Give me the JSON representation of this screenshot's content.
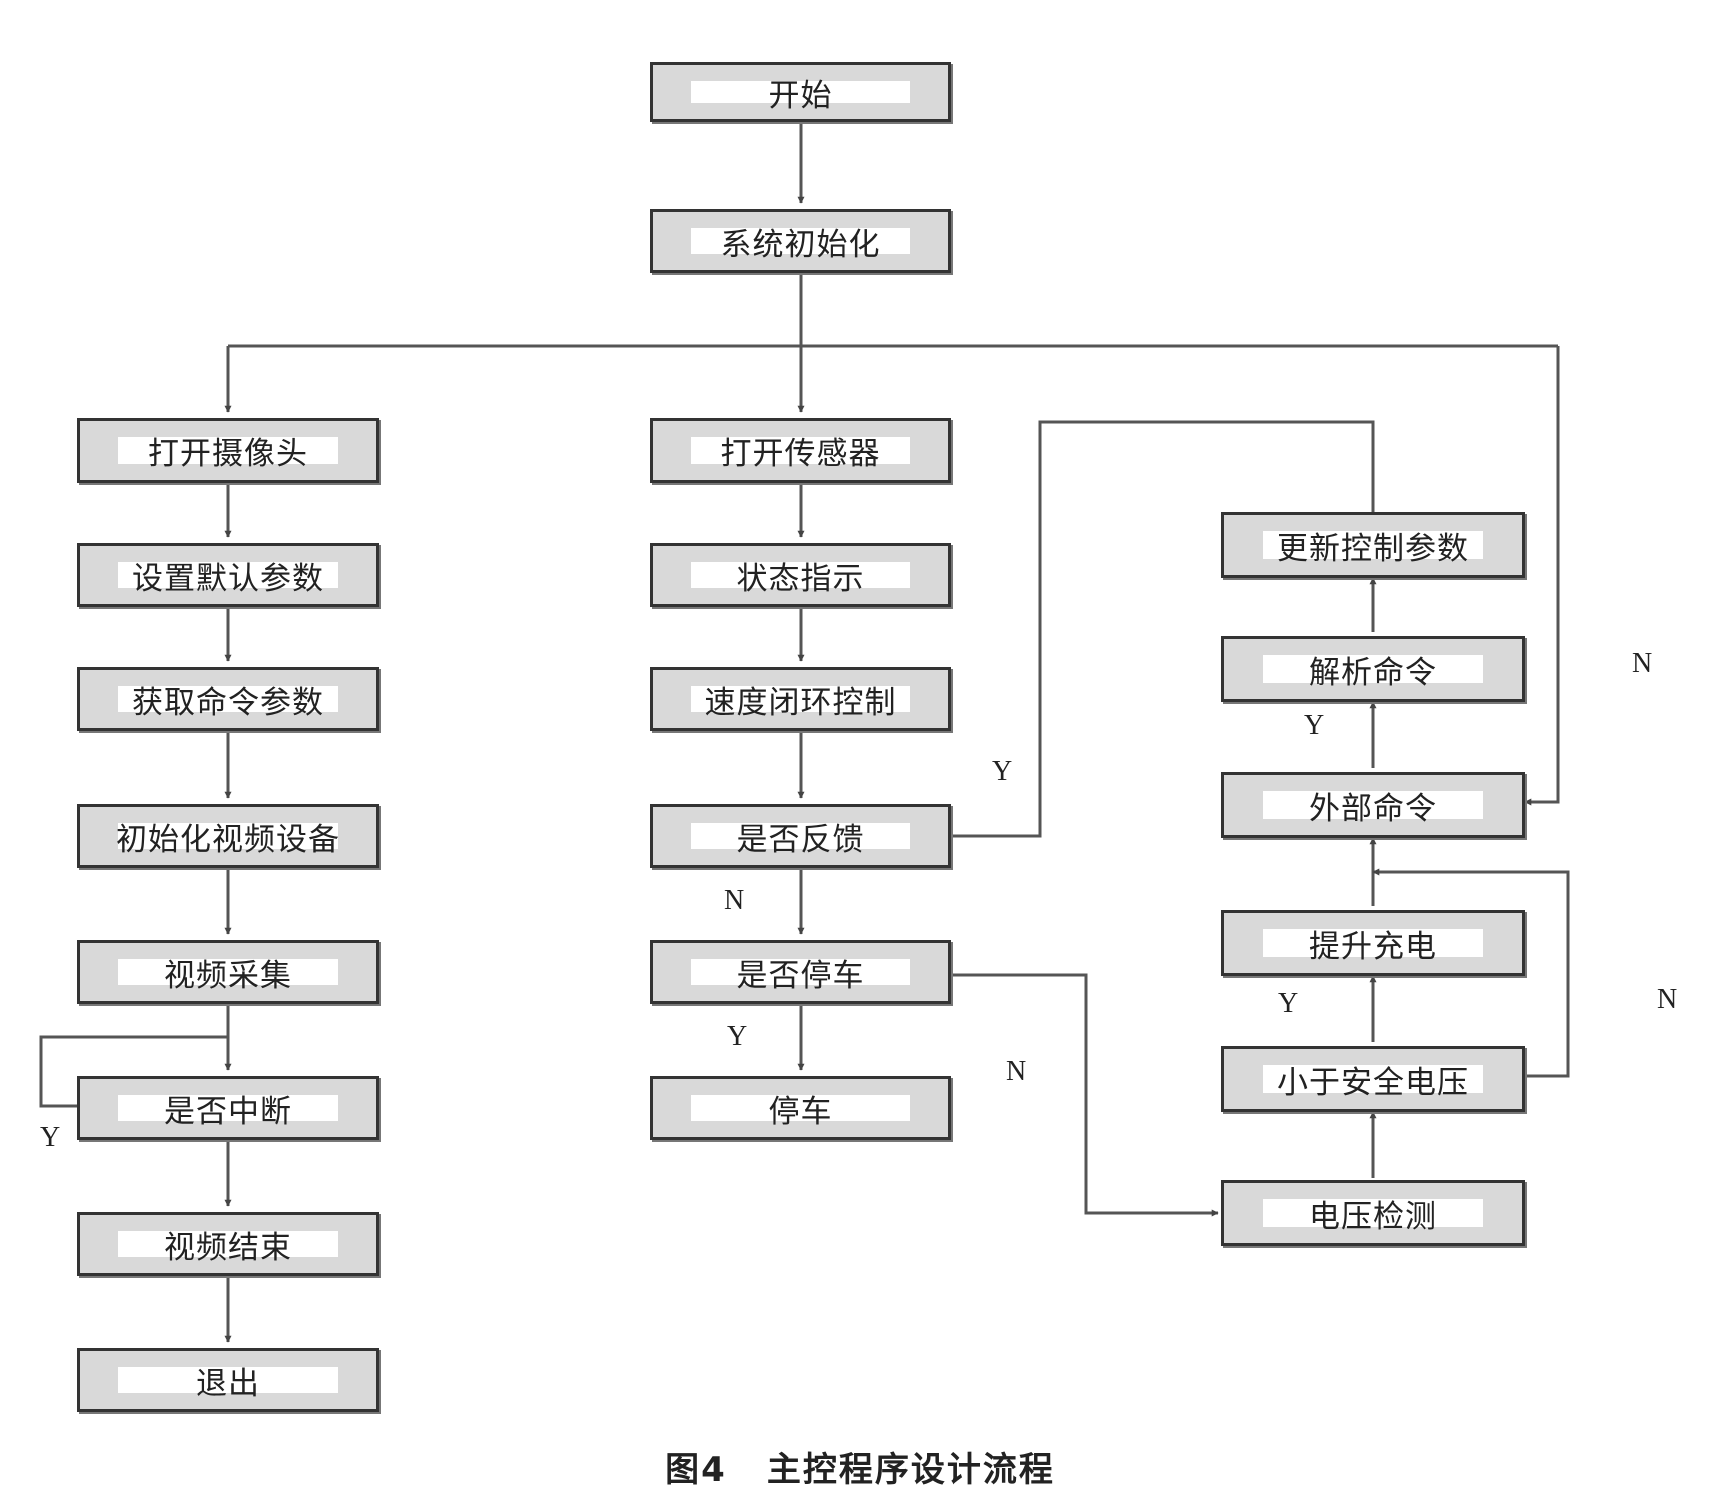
{
  "nodes": {
    "start": "开始",
    "init": "系统初始化",
    "open_camera": "打开摄像头",
    "set_default": "设置默认参数",
    "get_cmd_params": "获取命令参数",
    "init_video": "初始化视频设备",
    "video_capture": "视频采集",
    "is_interrupt": "是否中断",
    "video_end": "视频结束",
    "exit": "退出",
    "open_sensor": "打开传感器",
    "status_indicate": "状态指示",
    "speed_loop": "速度闭环控制",
    "is_feedback": "是否反馈",
    "is_stop": "是否停车",
    "stop": "停车",
    "update_params": "更新控制参数",
    "parse_cmd": "解析命令",
    "external_cmd": "外部命令",
    "boost_charge": "提升充电",
    "below_safe_voltage": "小于安全电压",
    "voltage_detect": "电压检测"
  },
  "flags": {
    "right_n": "N",
    "parse_y": "Y",
    "feedback_y": "Y",
    "feedback_n": "N",
    "stop_y": "Y",
    "stop_n": "N",
    "safe_y": "Y",
    "safe_n": "N",
    "interrupt_y": "Y"
  },
  "caption": {
    "figure": "图4",
    "title": "主控程序设计流程"
  }
}
